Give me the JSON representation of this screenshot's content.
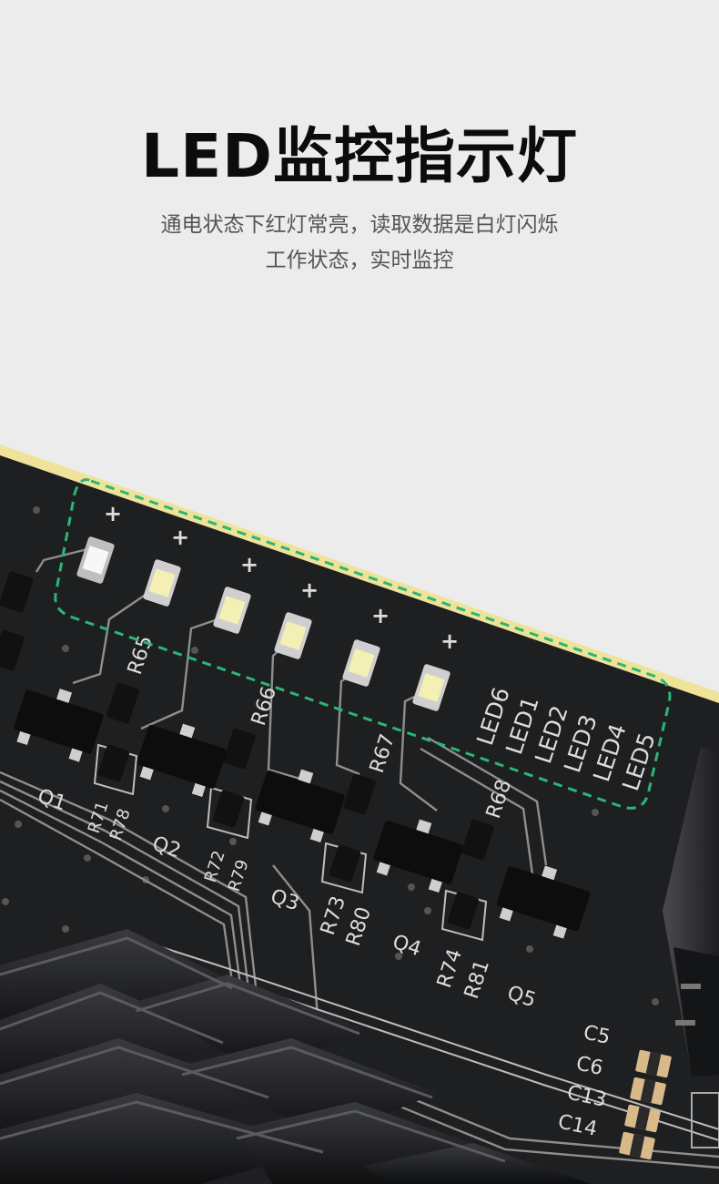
{
  "header": {
    "title": "LED监控指示灯",
    "subtitle_line1": "通电状态下红灯常亮，读取数据是白灯闪烁",
    "subtitle_line2": "工作状态，实时监控"
  },
  "board": {
    "led_labels": [
      "LED6",
      "LED1",
      "LED2",
      "LED3",
      "LED4",
      "LED5"
    ],
    "silk_labels": {
      "q1": "Q1",
      "q2": "Q2",
      "q3": "Q3",
      "q4": "Q4",
      "q5": "Q5",
      "r65": "R65",
      "r66": "R66",
      "r67": "R67",
      "r68": "R68",
      "r71": "R71",
      "r72": "R72",
      "r73": "R73",
      "r74": "R74",
      "r78": "R78",
      "r79": "R79",
      "r80": "R80",
      "r81": "R81",
      "c5": "C5",
      "c6": "C6",
      "c13": "C13",
      "c14": "C14"
    },
    "plus_sign": "+",
    "colors": {
      "pcb": "#1e1f21",
      "edge": "#efe39a",
      "highlight_box": "#2bb673",
      "led_on": "#f4f0b4",
      "led_white": "#f7f7f7",
      "trace": "#8e8e8e"
    }
  }
}
